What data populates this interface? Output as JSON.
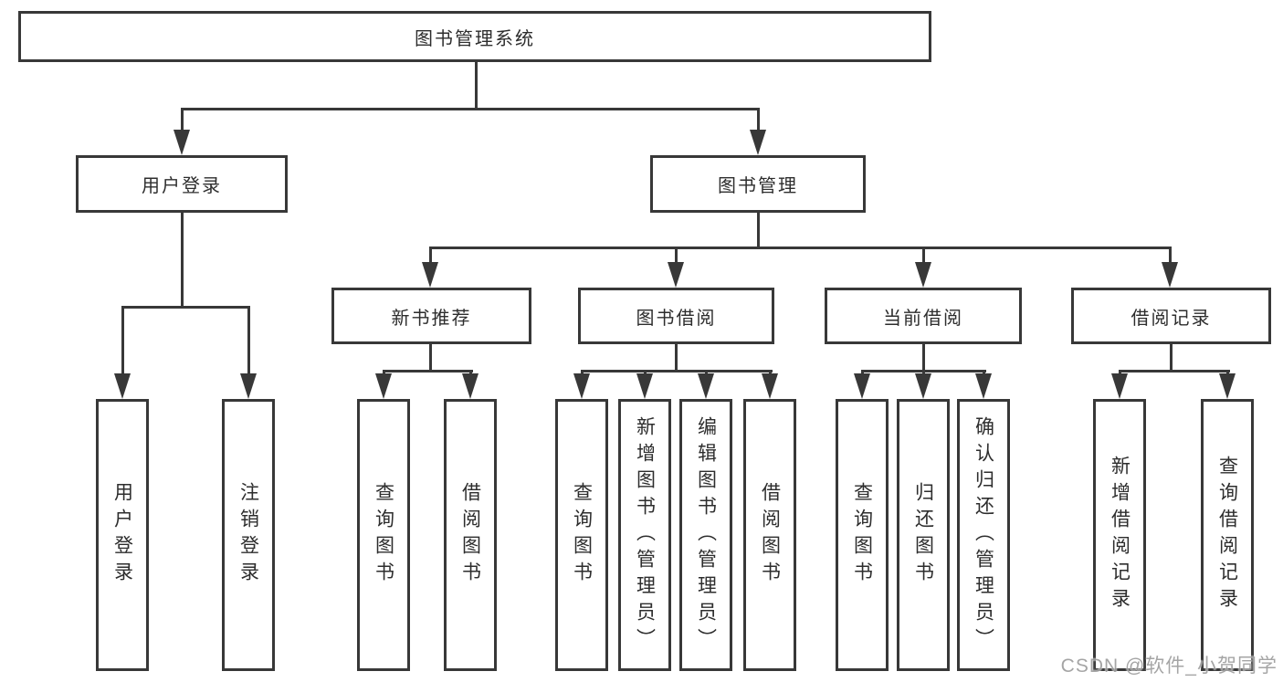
{
  "nodes": {
    "root": "图书管理系统",
    "user_login": "用户登录",
    "book_mgmt": "图书管理",
    "new_book_rec": "新书推荐",
    "book_borrow": "图书借阅",
    "current_borrow": "当前借阅",
    "borrow_records": "借阅记录",
    "leaf_user_login": "用户登录",
    "leaf_logout": "注销登录",
    "leaf_nbr_query": "查询图书",
    "leaf_nbr_borrow": "借阅图书",
    "leaf_bb_query": "查询图书",
    "leaf_bb_add": "新增图书（管理员）",
    "leaf_bb_edit": "编辑图书（管理员）",
    "leaf_bb_borrow": "借阅图书",
    "leaf_cb_query": "查询图书",
    "leaf_cb_return": "归还图书",
    "leaf_cb_confirm": "确认归还（管理员）",
    "leaf_br_add": "新增借阅记录",
    "leaf_br_query": "查询借阅记录"
  },
  "hierarchy": {
    "图书管理系统": {
      "用户登录": [
        "用户登录",
        "注销登录"
      ],
      "图书管理": {
        "新书推荐": [
          "查询图书",
          "借阅图书"
        ],
        "图书借阅": [
          "查询图书",
          "新增图书（管理员）",
          "编辑图书（管理员）",
          "借阅图书"
        ],
        "当前借阅": [
          "查询图书",
          "归还图书",
          "确认归还（管理员）"
        ],
        "借阅记录": [
          "新增借阅记录",
          "查询借阅记录"
        ]
      }
    }
  },
  "watermark": "CSDN @软件_小贺同学",
  "colors": {
    "line": "#383838",
    "text": "#2d2d2d",
    "background": "#ffffff",
    "watermark": "#9e9e9e"
  }
}
